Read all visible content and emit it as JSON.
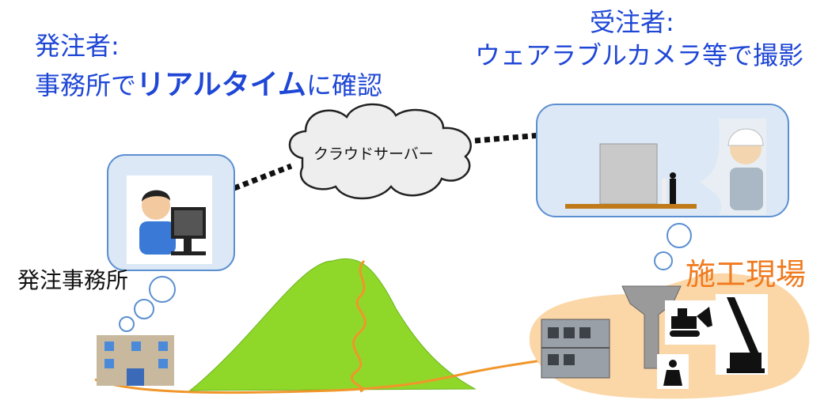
{
  "orderer": {
    "title": "発注者:",
    "line2_prefix": "事務所で",
    "line2_emphasis": "リアルタイム",
    "line2_suffix": "に確認"
  },
  "contractor": {
    "title": "受注者:",
    "line2": "ウェアラブルカメラ等で撮影"
  },
  "cloud": {
    "label": "クラウドサーバー"
  },
  "office": {
    "label": "発注事務所"
  },
  "site": {
    "label": "施工現場"
  },
  "colors": {
    "heading_blue": "#1f47d6",
    "site_orange": "#f07a1e",
    "bubble_fill": "#dce8f6",
    "bubble_stroke": "#5b8fd0",
    "mountain_green": "#8fd82a",
    "site_area": "#fbd7a8",
    "path_orange": "#f0962a"
  },
  "icons": [
    "office-worker-icon",
    "cloud-icon",
    "camera-wearer-icon",
    "office-building-icon",
    "site-office-icon",
    "pier-icon",
    "excavator-icon",
    "crane-icon",
    "worker-icon"
  ]
}
